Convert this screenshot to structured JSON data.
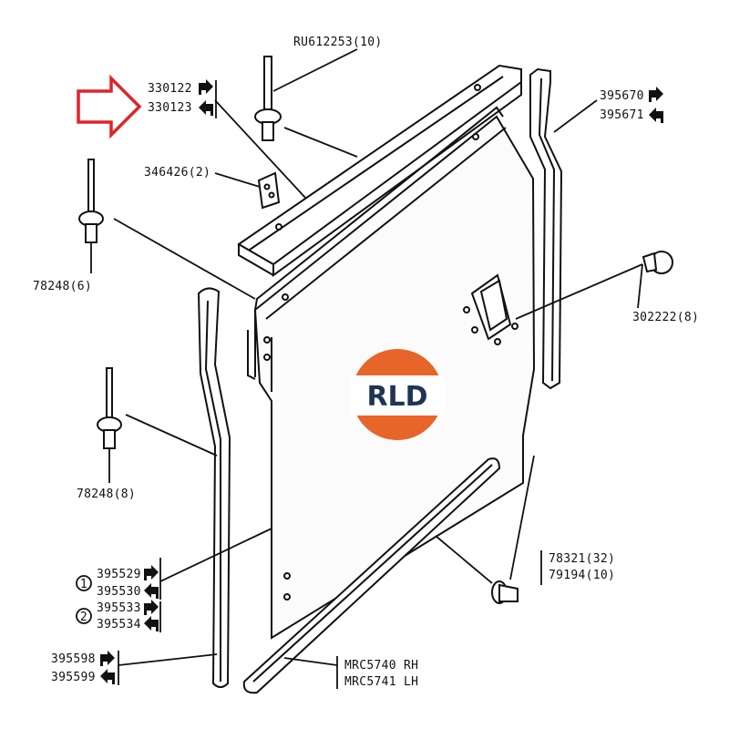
{
  "colors": {
    "accent_arrow": "#e0242a",
    "logo_orange": "#e8652a",
    "logo_navy": "#1f3556",
    "ink": "#111111"
  },
  "logo": {
    "text": "RLD"
  },
  "labels": {
    "ru612253": "RU612253(10)",
    "p330122": "330122",
    "p330123": "330123",
    "p346426": "346426(2)",
    "p395670": "395670",
    "p395671": "395671",
    "p78248_6": "78248(6)",
    "p302222": "302222(8)",
    "p78248_8": "78248(8)",
    "p395529": "395529",
    "p395530": "395530",
    "p395533": "395533",
    "p395534": "395534",
    "p78321": "78321(32)",
    "p79194": "79194(10)",
    "p395598": "395598",
    "p395599": "395599",
    "mrc5740": "MRC5740 RH",
    "mrc5741": "MRC5741 LH",
    "circle1": "1",
    "circle2": "2"
  }
}
